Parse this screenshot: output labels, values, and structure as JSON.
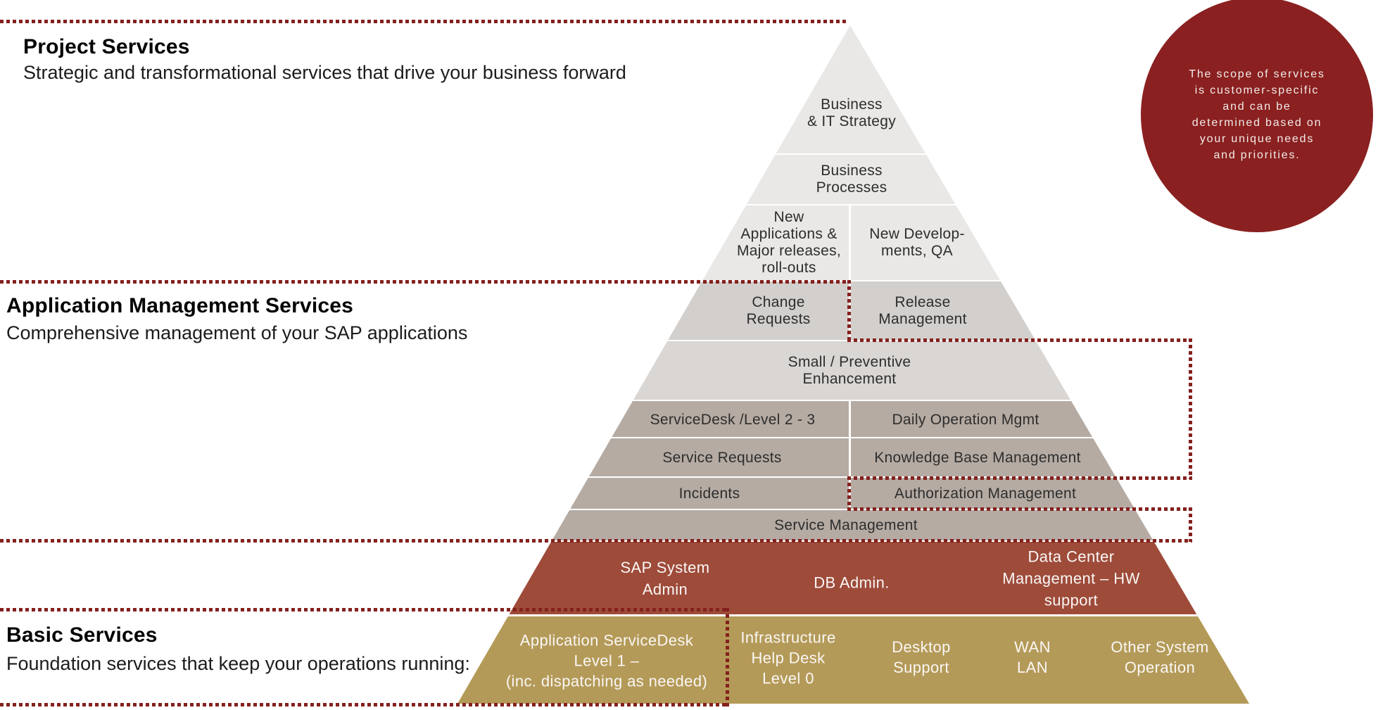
{
  "sections": {
    "project": {
      "title": "Project Services",
      "subtitle": "Strategic and transformational services that drive your business forward"
    },
    "application": {
      "title": "Application Management Services",
      "subtitle": "Comprehensive management of your SAP applications"
    },
    "basic": {
      "title": "Basic Services",
      "subtitle": "Foundation services that keep your operations running:"
    }
  },
  "callout": {
    "text": "The scope of services\nis customer-specific\nand can be\ndetermined based on\nyour unique needs\nand priorities."
  },
  "pyramid": {
    "business_it_strategy": "Business\n& IT Strategy",
    "business_processes": "Business\nProcesses",
    "new_applications": "New\nApplications &\nMajor releases,\nroll-outs",
    "new_developments": "New Develop-\nments, QA",
    "change_requests": "Change\nRequests",
    "release_management": "Release\nManagement",
    "small_preventive": "Small / Preventive\nEnhancement",
    "servicedesk_l23": "ServiceDesk /Level 2 - 3",
    "daily_operation": "Daily Operation Mgmt",
    "service_requests": "Service Requests",
    "knowledge_base": "Knowledge Base Management",
    "incidents": "Incidents",
    "authorization_mgmt": "Authorization Management",
    "service_management": "Service Management",
    "sap_system_admin": "SAP System\nAdmin",
    "db_admin": "DB Admin.",
    "data_center": "Data Center\nManagement – HW\nsupport",
    "app_servicedesk_l1": "Application ServiceDesk\nLevel 1 –\n(inc. dispatching as needed)",
    "infra_helpdesk_l0": "Infrastructure\nHelp Desk\nLevel 0",
    "desktop_support": "Desktop\nSupport",
    "wan_lan": "WAN\nLAN",
    "other_system_operation": "Other System\nOperation"
  },
  "colors": {
    "light_gray_band": "#e9e8e6",
    "mid_gray_band": "#d2cfcc",
    "soft_gray_band": "#d9d6d3",
    "taupe_band": "#b5aba3",
    "red_band": "#9e4b3a",
    "gold_band": "#b49a58",
    "callout_circle": "#8a2020",
    "dotted_line": "#84211e"
  }
}
